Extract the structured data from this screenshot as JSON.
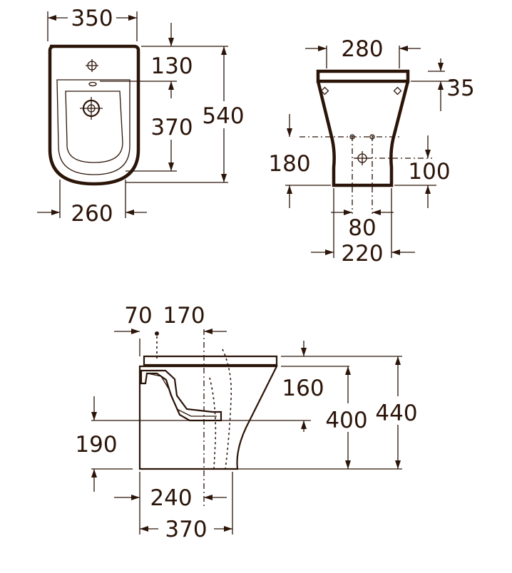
{
  "colors": {
    "ink": "#2b1408",
    "background": "#ffffff"
  },
  "top_view": {
    "dims": {
      "width_top": "350",
      "rim": "130",
      "bowl": "370",
      "length": "540",
      "width_bottom": "260"
    }
  },
  "rear_view": {
    "dims": {
      "width_top": "280",
      "top_offset": "35",
      "height_inlet": "180",
      "height_waste": "100",
      "waste_spacing": "80",
      "base_width": "220"
    }
  },
  "side_view": {
    "dims": {
      "tap_offset": "70",
      "tap_to_waste": "170",
      "rim_drop": "160",
      "height_400": "400",
      "height_440": "440",
      "waste_height": "190",
      "waste_from_wall": "240",
      "depth": "370"
    }
  }
}
